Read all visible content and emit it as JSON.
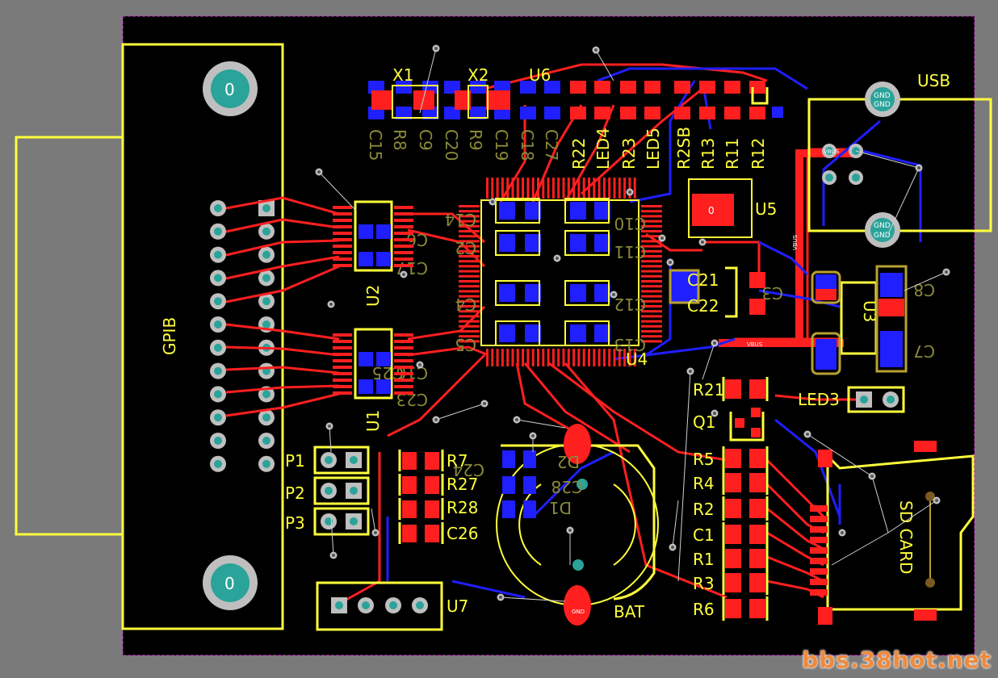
{
  "board": {
    "labels": {
      "gpib": "GPIB",
      "usb": "USB",
      "sd": "SD CARD",
      "bat": "BAT",
      "x1": "X1",
      "x2": "X2",
      "u6": "U6",
      "u5": "U5",
      "u4": "U4",
      "u3": "U3",
      "u2": "U2",
      "u1": "U1",
      "u7": "U7",
      "q1": "Q1",
      "led3": "LED3",
      "c21": "C21",
      "c22": "C22",
      "p1": "P1",
      "p2": "P2",
      "p3": "P3",
      "r7": "R7",
      "r27": "R27",
      "r28": "R28",
      "c26": "C26",
      "r21": "R21",
      "r5": "R5",
      "r4": "R4",
      "r2": "R2",
      "c1": "C1",
      "r1": "R1",
      "r3": "R3",
      "r6": "R6",
      "hole": "0",
      "gnd": "GND",
      "vbus": "VBUS"
    },
    "top_row": [
      "C15",
      "R8",
      "C9",
      "C20",
      "R9",
      "C19",
      "C18",
      "C27",
      "R22",
      "LED4",
      "R23",
      "LED5",
      "R2SB",
      "R13",
      "R11",
      "R12"
    ],
    "bottom_side": [
      "C8",
      "C7",
      "C3",
      "C10",
      "C11",
      "C12",
      "C13",
      "C14",
      "C2",
      "C4",
      "C5",
      "C6",
      "C17",
      "C16",
      "C28",
      "D2",
      "D1",
      "C23",
      "C24",
      "C25"
    ]
  },
  "watermark": "bbs.38hot.net",
  "colors": {
    "background": "#7a7a7a",
    "board": "#000000",
    "outline": "#d63cd6",
    "silkscreen": "#ffff3c",
    "top_copper": "#ff1f1f",
    "bottom_copper": "#1f1fff",
    "pad_hole": "#2aa39a"
  }
}
